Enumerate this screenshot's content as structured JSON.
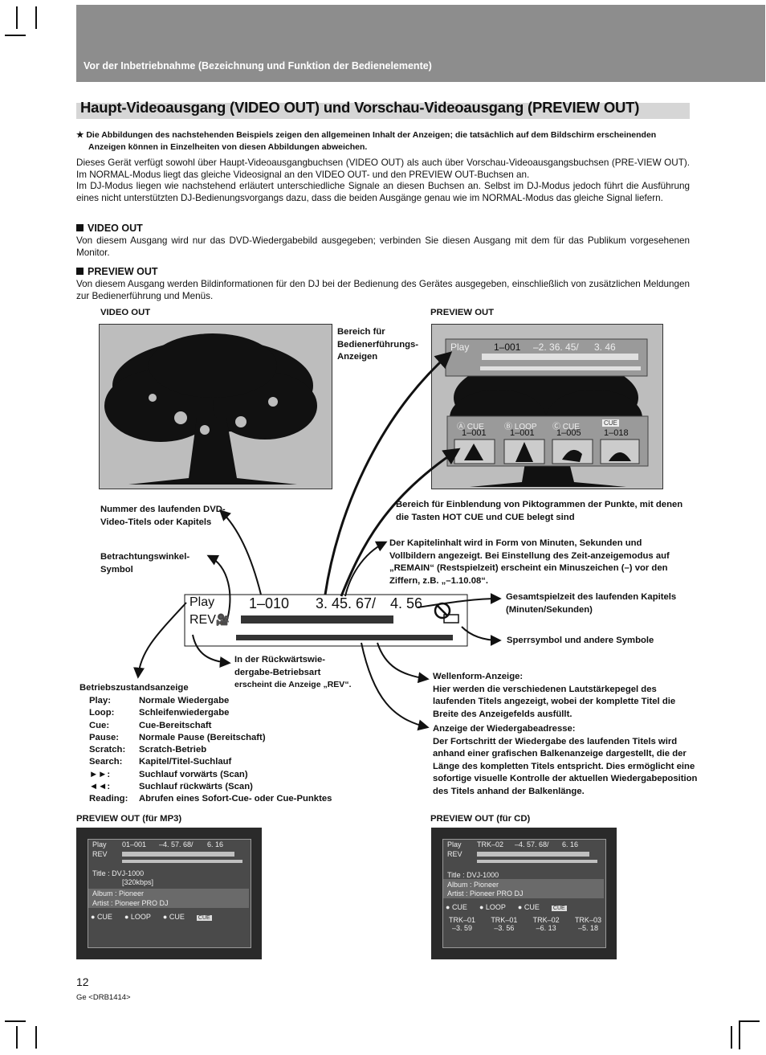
{
  "header": {
    "section_title": "Vor der Inbetriebnahme (Bezeichnung und Funktion der Bedienelemente)"
  },
  "page_title": "Haupt-Videoausgang (VIDEO OUT) und Vorschau-Videoausgang (PREVIEW OUT)",
  "intro": {
    "note_line1": "★  Die Abbildungen des nachstehenden Beispiels zeigen den allgemeinen Inhalt der Anzeigen; die tatsächlich auf dem Bildschirm erscheinenden",
    "note_line2": "Anzeigen können in Einzelheiten von diesen Abbildungen abweichen.",
    "p1": "Dieses Gerät verfügt sowohl über Haupt-Videoausgangbuchsen (VIDEO OUT) als auch über Vorschau-Videoausgangsbuchsen (PRE-VIEW OUT). Im NORMAL-Modus liegt das gleiche Videosignal an den VIDEO OUT- und den PREVIEW OUT-Buchsen an.",
    "p2": "Im DJ-Modus liegen wie nachstehend erläutert unterschiedliche Signale an diesen Buchsen an. Selbst im DJ-Modus jedoch führt die Ausführung eines nicht unterstützten DJ-Bedienungsvorgangs dazu, dass die beiden Ausgänge genau wie im NORMAL-Modus das gleiche Signal liefern."
  },
  "video_out": {
    "heading": "VIDEO OUT",
    "text": "Von diesem Ausgang wird nur das DVD-Wiedergabebild ausgegeben; verbinden Sie diesen Ausgang mit dem für das Publikum vorgesehenen Monitor."
  },
  "preview_out": {
    "heading": "PREVIEW OUT",
    "text": "Von diesem Ausgang werden Bildinformationen für den DJ bei der Bedienung des Gerätes ausgegeben, einschließlich von zusätzlichen Meldungen zur Bedienerführung und Menüs."
  },
  "diagram": {
    "video_out_label": "VIDEO OUT",
    "preview_out_label": "PREVIEW OUT",
    "bediener_label": "Bereich für Bedienerführungs-Anzeigen",
    "preview_status": {
      "play": "Play",
      "track": "1–001",
      "time": "–2. 36. 45/",
      "total": "3. 46"
    },
    "hotcue": [
      {
        "badge": "A",
        "label": "CUE",
        "value": "1–001"
      },
      {
        "badge": "B",
        "label": "LOOP",
        "value": "1–001"
      },
      {
        "badge": "C",
        "label": "CUE",
        "value": "1–005"
      },
      {
        "badge": "CUE",
        "label": "",
        "value": "1–018"
      }
    ],
    "piktogramm_label": "Bereich für Einblendung von Piktogrammen der Punkte, mit denen die Tasten HOT CUE und CUE belegt sind",
    "nummer_label": "Nummer des laufenden DVD-Video-Titels oder Kapitels",
    "betrachtung_label": "Betrachtungswinkel-Symbol",
    "kapitel_label": "Der Kapitelinhalt wird in Form von Minuten, Sekunden und Vollbildern angezeigt. Bei Einstellung des Zeit-anzeigemodus auf „REMAIN“ (Restspielzeit) erscheint ein Minuszeichen (–) vor den Ziffern, z.B. „–1.10.08“.",
    "big": {
      "play": "Play",
      "rev": "REV",
      "track": "1–010",
      "time": "3. 45. 67/",
      "total": "4. 56"
    },
    "gesamt_label": "Gesamtspielzeit des laufenden Kapitels (Minuten/Sekunden)",
    "sperr_label": "Sperrsymbol und andere Symbole",
    "rueck_label_1": "In der Rückwärtswie-dergabe-Betriebsart",
    "rueck_label_2": "erscheint die Anzeige „REV“.",
    "wellen_title": "Wellenform-Anzeige:",
    "wellen_text": "Hier werden die verschiedenen Lautstärkepegel des laufenden Titels angezeigt, wobei der komplette Titel die Breite des Anzeigefelds ausfüllt.",
    "adresse_title": "Anzeige der Wiedergabeadresse:",
    "adresse_text": "Der Fortschritt der Wiedergabe des laufenden Titels wird anhand einer grafischen Balkenanzeige dargestellt, die der Länge des kompletten Titels entspricht. Dies ermöglicht eine sofortige visuelle Kontrolle der aktuellen Wiedergabeposition des Titels anhand der Balkenlänge.",
    "status_heading": "Betriebszustandsanzeige",
    "status_rows": [
      {
        "k": "Play:",
        "v": "Normale Wiedergabe"
      },
      {
        "k": "Loop:",
        "v": "Schleifenwiedergabe"
      },
      {
        "k": "Cue:",
        "v": "Cue-Bereitschaft"
      },
      {
        "k": "Pause:",
        "v": "Normale Pause (Bereitschaft)"
      },
      {
        "k": "Scratch:",
        "v": "Scratch-Betrieb"
      },
      {
        "k": "Search:",
        "v": "Kapitel/Titel-Suchlauf"
      },
      {
        "k": "►►:",
        "v": "Suchlauf vorwärts (Scan)"
      },
      {
        "k": "◄◄:",
        "v": "Suchlauf rückwärts (Scan)"
      },
      {
        "k": "Reading:",
        "v": "Abrufen eines Sofort-Cue- oder Cue-Punktes"
      }
    ]
  },
  "mp3": {
    "label": "PREVIEW OUT (für MP3)",
    "play": "Play",
    "rev": "REV",
    "track": "01–001",
    "time": "–4. 57. 68/",
    "total": "6. 16",
    "title_row": "Title   : DVJ-1000",
    "kbps": "[320kbps]",
    "album_row": "Album  : Pioneer",
    "artist_row": "Artist  : Pioneer PRO DJ",
    "cues": [
      "A",
      "CUE",
      "B",
      "LOOP",
      "C",
      "CUE",
      "CUE"
    ]
  },
  "cd": {
    "label": "PREVIEW OUT (für CD)",
    "play": "Play",
    "rev": "REV",
    "track": "TRK–02",
    "time": "–4. 57. 68/",
    "total": "6. 16",
    "title_row": "Title  : DVJ-1000",
    "album_row": "Album : Pioneer",
    "artist_row": "Artist  : Pioneer PRO DJ",
    "cues": [
      "A",
      "CUE",
      "B",
      "LOOP",
      "C",
      "CUE",
      "CUE"
    ],
    "tracks": [
      {
        "t": "TRK–01",
        "v": "–3. 59"
      },
      {
        "t": "TRK–01",
        "v": "–3. 56"
      },
      {
        "t": "TRK–02",
        "v": "–6. 13"
      },
      {
        "t": "TRK–03",
        "v": "–5. 18"
      }
    ]
  },
  "footer": {
    "page_number": "12",
    "code": "Ge <DRB1414>"
  }
}
